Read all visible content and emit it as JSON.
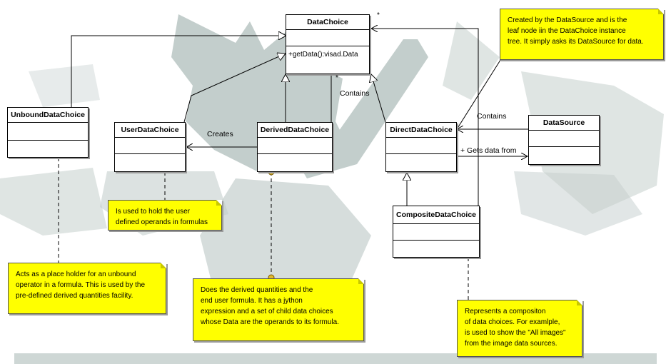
{
  "classes": {
    "datachoice": {
      "name": "DataChoice",
      "operation": "+getData():visad.Data"
    },
    "unbound": {
      "name": "UnboundDataChoice"
    },
    "userdata": {
      "name": "UserDataChoice"
    },
    "derived": {
      "name": "DerivedDataChoice"
    },
    "direct": {
      "name": "DirectDataChoice"
    },
    "datasource": {
      "name": "DataSource"
    },
    "composite": {
      "name": "CompositeDataChoice"
    }
  },
  "labels": {
    "contains_top": "Contains",
    "contains_right": "Contains",
    "creates": "Creates",
    "gets_data_from": "+ Gets data from",
    "mult_top": "*",
    "mult_inner": "*"
  },
  "notes": {
    "direct_note": [
      "Created by the DataSource and is the",
      "leaf node iin the DataChoice instance",
      "tree. It simply asks its DataSource for data."
    ],
    "user_note": [
      "Is used to hold the user",
      "defined operands in formulas"
    ],
    "unbound_note": [
      "Acts as a place holder for an unbound",
      "operator in a formula. This is used by the",
      "pre-defined derived quantities facility."
    ],
    "derived_note": [
      "Does the derived quantities and the",
      "end user formula. It has a jython",
      "expression and a set of child data choices",
      "whose Data are the operands to its formula."
    ],
    "composite_note": [
      "Represents a compositon",
      "of data choices. For examlple,",
      "is used to show the \"All images\"",
      "from the image data sources."
    ]
  },
  "colors": {
    "note_fill": "#ffff00",
    "watermark": "#b9c6c3"
  }
}
